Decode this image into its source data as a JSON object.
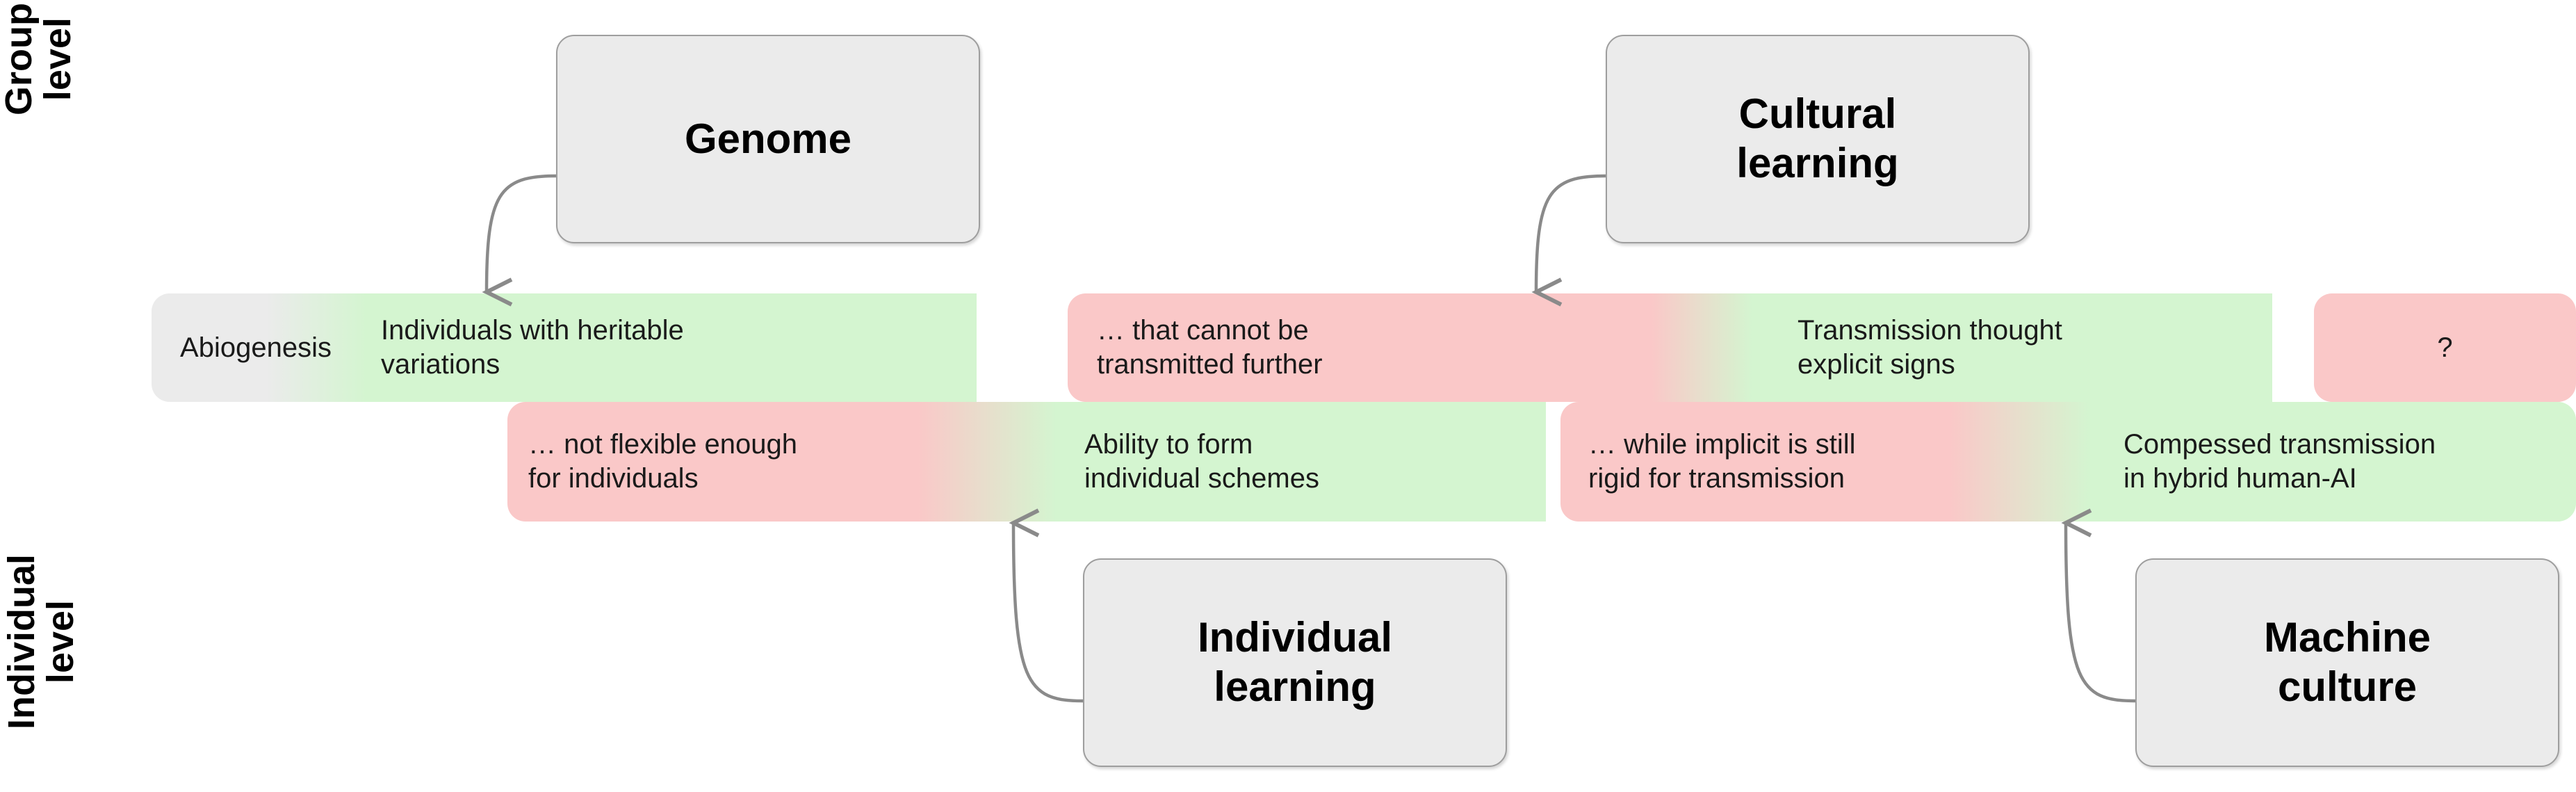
{
  "axes": {
    "group_level": "Group\nlevel",
    "individual_level": "Individual\nlevel"
  },
  "colors": {
    "green": "#d4f5d0",
    "pink": "#fac8c8",
    "gray": "#ebebeb",
    "box_fill": "#ebebeb",
    "box_border": "#9e9e9e",
    "arrow": "#8a8a8a",
    "text": "#1a1a1a"
  },
  "timeline": {
    "group_row": {
      "segments": [
        {
          "label": "Abiogenesis",
          "color": "gray",
          "align": "center"
        },
        {
          "label": "Individuals with heritable\nvariations",
          "color": "green",
          "align": "left"
        },
        {
          "label": "… that cannot be\ntransmitted further",
          "color": "pink",
          "align": "left"
        },
        {
          "label": "Transmission thought\nexplicit signs",
          "color": "green",
          "align": "left"
        },
        {
          "label": "?",
          "color": "pink",
          "align": "center"
        }
      ]
    },
    "individual_row": {
      "segments": [
        {
          "label": "… not flexible enough\nfor individuals",
          "color": "pink",
          "align": "left"
        },
        {
          "label": "Ability to form\nindividual schemes",
          "color": "green",
          "align": "left"
        },
        {
          "label": "… while implicit is still\nrigid for transmission",
          "color": "pink",
          "align": "left"
        },
        {
          "label": "Compessed transmission\nin hybrid human-AI",
          "color": "green",
          "align": "left"
        }
      ]
    }
  },
  "callouts": {
    "genome": "Genome",
    "cultural_learning": "Cultural\nlearning",
    "individual_learning": "Individual\nlearning",
    "machine_culture": "Machine\nculture"
  }
}
